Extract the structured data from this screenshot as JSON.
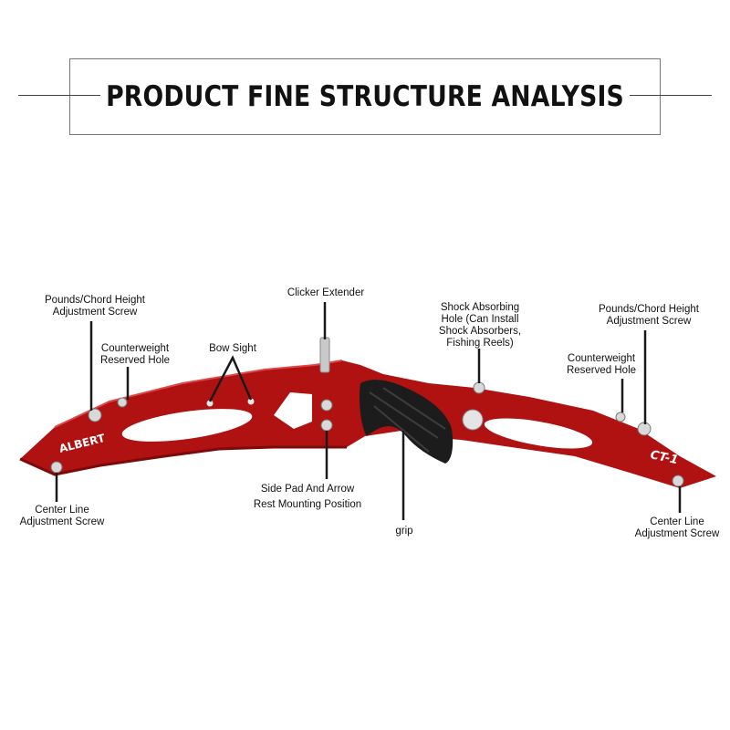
{
  "title": "PRODUCT FINE STRUCTURE ANALYSIS",
  "colors": {
    "riser": "#b01212",
    "riser_dark": "#7d0a0a",
    "grip": "#1c1c1c",
    "line": "#1a1a1a"
  },
  "riser_text": {
    "left_logo": "ALBERT",
    "right_logo": "CT-1"
  },
  "labels": {
    "pounds_left": [
      "Pounds/Chord Height",
      "Adjustment Screw"
    ],
    "counterweight_left": [
      "Counterweight",
      "Reserved Hole"
    ],
    "bow_sight": "Bow Sight",
    "clicker": "Clicker Extender",
    "shock": [
      "Shock Absorbing",
      "Hole (Can Install",
      "Shock Absorbers,",
      "Fishing Reels)"
    ],
    "pounds_right": [
      "Pounds/Chord Height",
      "Adjustment Screw"
    ],
    "counterweight_right": [
      "Counterweight",
      "Reserved Hole"
    ],
    "side_pad": [
      "Side Pad And Arrow",
      "Rest Mounting Position"
    ],
    "grip": "grip",
    "center_left": [
      "Center Line",
      "Adjustment Screw"
    ],
    "center_right": [
      "Center Line",
      "Adjustment Screw"
    ]
  }
}
